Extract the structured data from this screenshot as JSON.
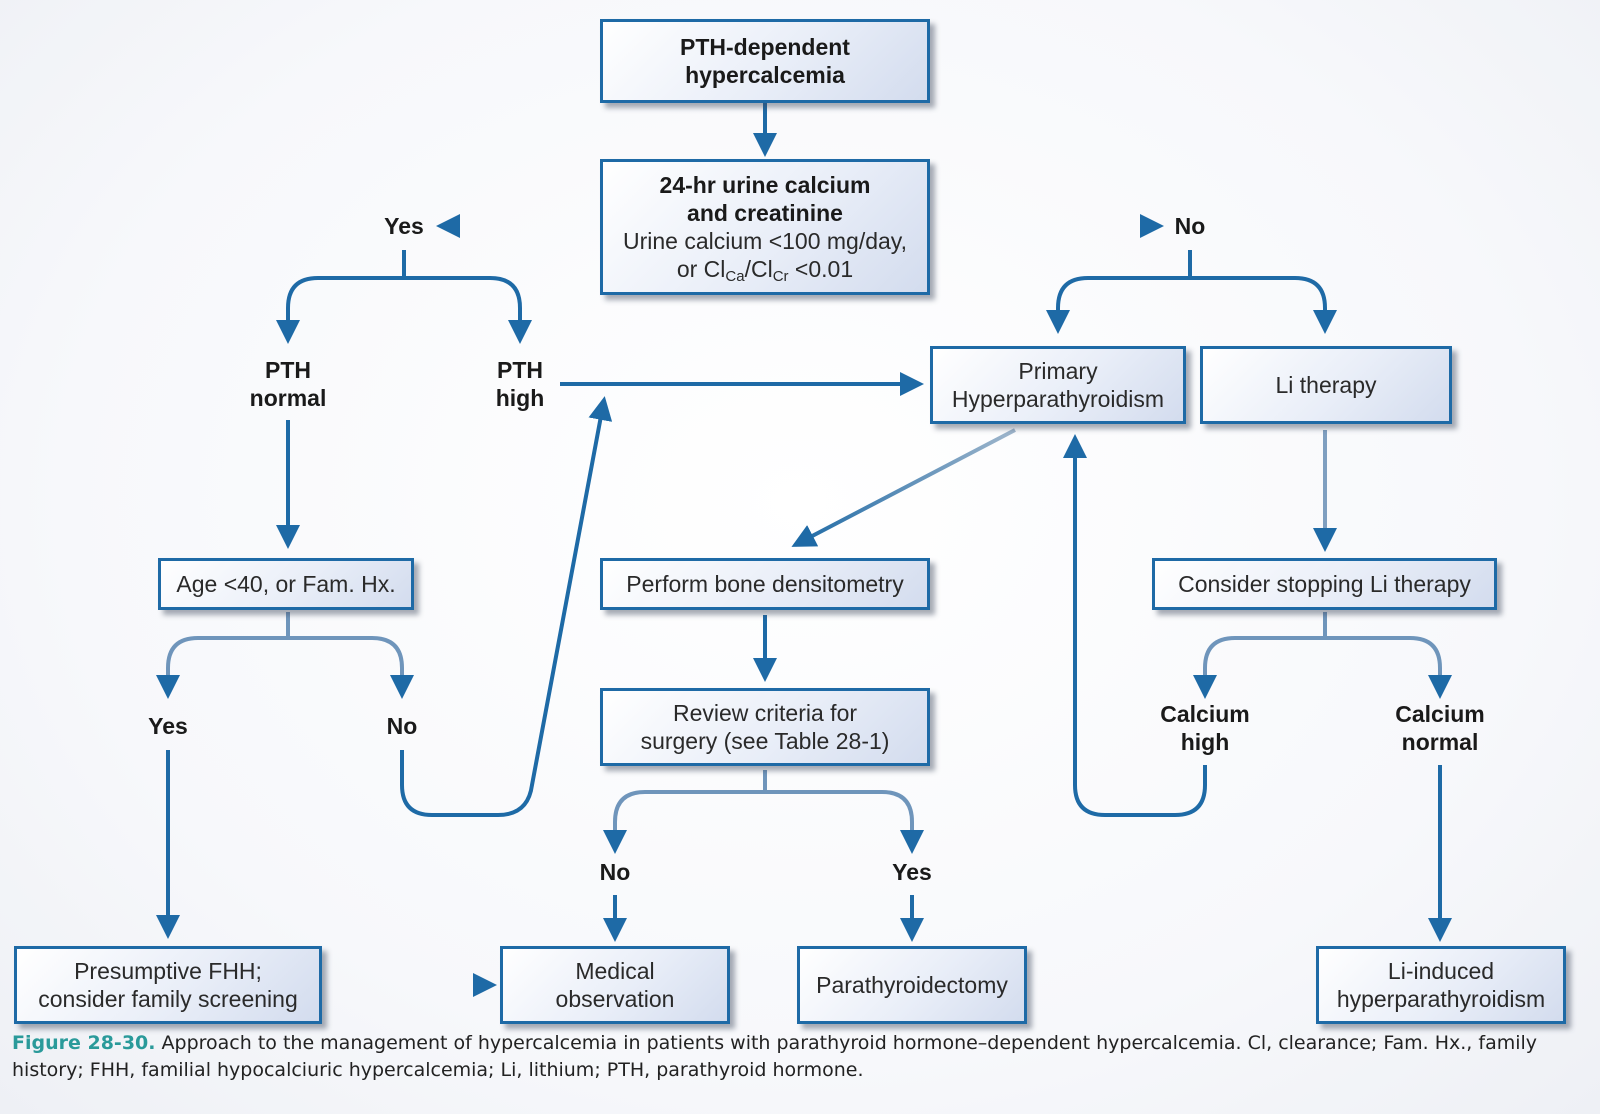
{
  "boxes": {
    "pth_dependent": {
      "line1": "PTH-dependent",
      "line2": "hypercalcemia"
    },
    "urine_test": {
      "title1": "24-hr urine calcium",
      "title2": "and creatinine",
      "crit1": "Urine calcium <100 mg/day,",
      "crit2_prefix": "or Cl",
      "crit2_sub1": "Ca",
      "crit2_mid": "/Cl",
      "crit2_sub2": "Cr",
      "crit2_suffix": " <0.01"
    },
    "primary_hpt": {
      "line1": "Primary",
      "line2": "Hyperparathyroidism"
    },
    "li_therapy": {
      "text": "Li therapy"
    },
    "age": {
      "text": "Age <40, or Fam. Hx."
    },
    "bone_dens": {
      "text": "Perform bone densitometry"
    },
    "stop_li": {
      "text": "Consider stopping Li therapy"
    },
    "review": {
      "line1": "Review criteria for",
      "line2": "surgery (see Table 28-1)"
    },
    "fhh": {
      "line1": "Presumptive FHH;",
      "line2": "consider family screening"
    },
    "medical_obs": {
      "line1": "Medical",
      "line2": "observation"
    },
    "parathyroidectomy": {
      "text": "Parathyroidectomy"
    },
    "li_induced": {
      "line1": "Li-induced",
      "line2": "hyperparathyroidism"
    }
  },
  "labels": {
    "yes_top": "Yes",
    "no_top": "No",
    "pth_normal_1": "PTH",
    "pth_normal_2": "normal",
    "pth_high_1": "PTH",
    "pth_high_2": "high",
    "yes_age": "Yes",
    "no_age": "No",
    "calcium_high_1": "Calcium",
    "calcium_high_2": "high",
    "calcium_normal_1": "Calcium",
    "calcium_normal_2": "normal",
    "no_review": "No",
    "yes_review": "Yes"
  },
  "caption": {
    "figure": "Figure 28-30.",
    "text": " Approach to the management of hypercalcemia in patients with parathyroid hormone–dependent hypercalcemia. Cl, clearance; Fam. Hx., family history; FHH, familial hypocalciuric hypercalcemia; Li, lithium; PTH, parathyroid hormone."
  },
  "colors": {
    "arrow": "#1e6aa6",
    "caption_accent": "#2a9a9a"
  }
}
